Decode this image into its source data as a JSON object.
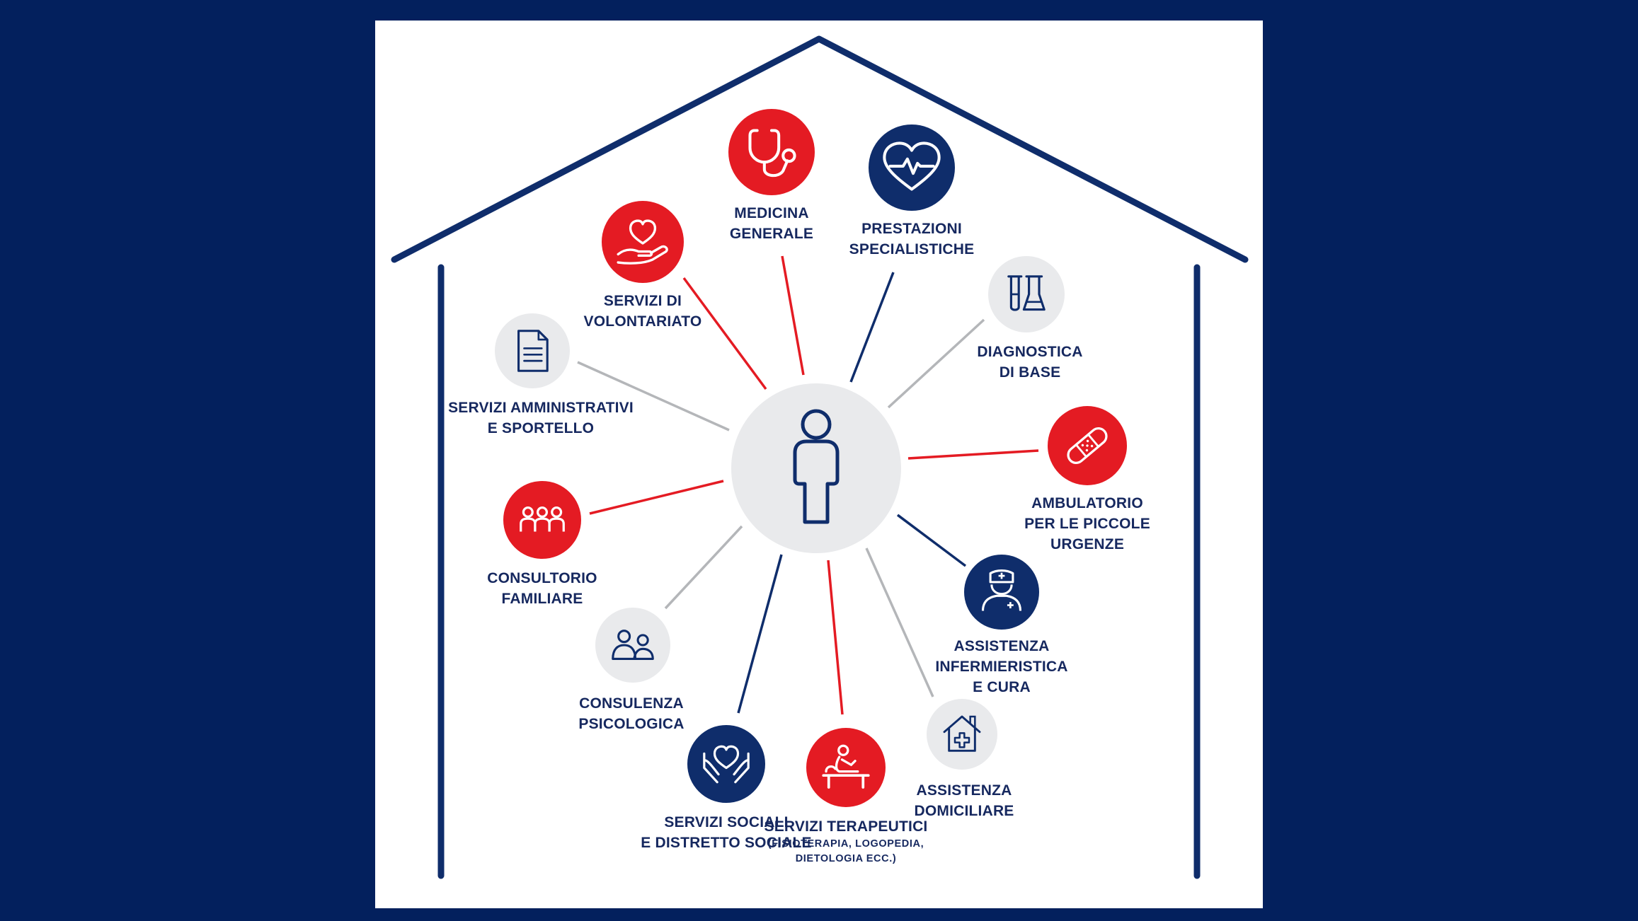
{
  "colors": {
    "background": "#03205d",
    "panel": "#ffffff",
    "navy": "#0f2d6b",
    "red": "#e41b23",
    "grey": "#e9eaec",
    "grey_line": "#b4b6b9",
    "label": "#16285f"
  },
  "center": {
    "icon": "person-icon"
  },
  "services": [
    {
      "id": "medicina-generale",
      "icon": "stethoscope-icon",
      "color": "red",
      "label": [
        "MEDICINA",
        "GENERALE"
      ]
    },
    {
      "id": "prestazioni-specialistiche",
      "icon": "heart-pulse-icon",
      "color": "navy",
      "label": [
        "PRESTAZIONI",
        "SPECIALISTICHE"
      ]
    },
    {
      "id": "diagnostica-di-base",
      "icon": "lab-tubes-icon",
      "color": "grey",
      "label": [
        "DIAGNOSTICA",
        "DI BASE"
      ]
    },
    {
      "id": "ambulatorio-piccole-urgenze",
      "icon": "bandage-icon",
      "color": "red",
      "label": [
        "AMBULATORIO",
        "PER LE PICCOLE",
        "URGENZE"
      ]
    },
    {
      "id": "assistenza-infermieristica",
      "icon": "nurse-icon",
      "color": "navy",
      "label": [
        "ASSISTENZA",
        "INFERMIERISTICA",
        "E CURA"
      ]
    },
    {
      "id": "assistenza-domiciliare",
      "icon": "home-care-icon",
      "color": "grey",
      "label": [
        "ASSISTENZA",
        "DOMICILIARE"
      ]
    },
    {
      "id": "servizi-terapeutici",
      "icon": "therapy-icon",
      "color": "red",
      "label": [
        "SERVIZI TERAPEUTICI"
      ],
      "sublabel": [
        "(FISIOTERAPIA, LOGOPEDIA,",
        "DIETOLOGIA ECC.)"
      ]
    },
    {
      "id": "servizi-sociali",
      "icon": "hands-heart-icon",
      "color": "navy",
      "label": [
        "SERVIZI SOCIALI",
        "E DISTRETTO SOCIALE"
      ]
    },
    {
      "id": "consulenza-psicologica",
      "icon": "two-people-icon",
      "color": "grey",
      "label": [
        "CONSULENZA",
        "PSICOLOGICA"
      ]
    },
    {
      "id": "consultorio-familiare",
      "icon": "family-icon",
      "color": "red",
      "label": [
        "CONSULTORIO",
        "FAMILIARE"
      ]
    },
    {
      "id": "servizi-amministrativi",
      "icon": "document-icon",
      "color": "grey",
      "label": [
        "SERVIZI AMMINISTRATIVI",
        "E SPORTELLO"
      ]
    },
    {
      "id": "servizi-volontariato",
      "icon": "heart-hand-icon",
      "color": "red",
      "label": [
        "SERVIZI DI",
        "VOLONTARIATO"
      ]
    }
  ]
}
